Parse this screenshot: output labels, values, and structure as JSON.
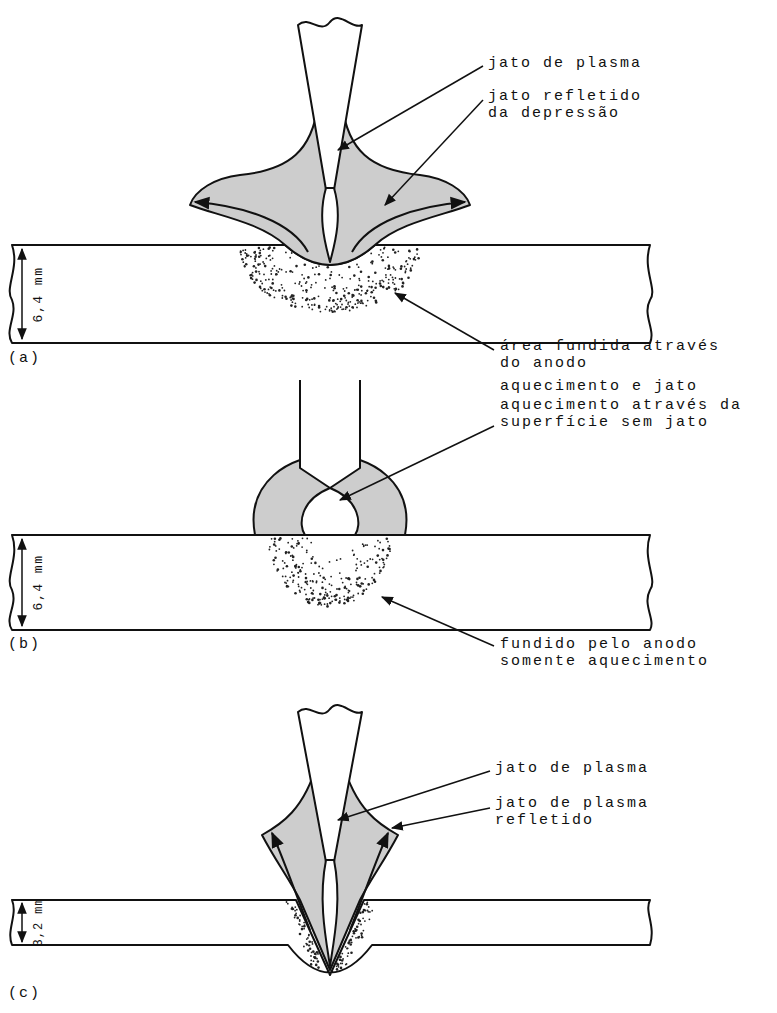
{
  "diagram": {
    "labels": [
      "jato de plasma",
      "jato refletido da depressão",
      "6,4 mm",
      "(a)",
      "área fundida através do anodo",
      "aquecimento e jato",
      "aquecimento através da superfície sem jato",
      "6,4 mm",
      "fundido pelo anodo somente aquecimento",
      "(b)",
      "jato de plasma",
      "jato de plasma refletido",
      "3,2 mm",
      "(c)"
    ]
  }
}
